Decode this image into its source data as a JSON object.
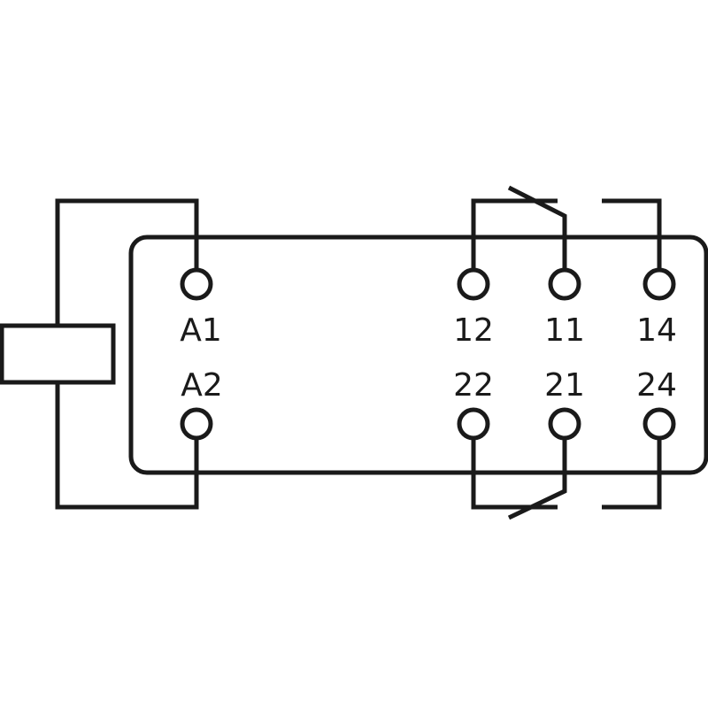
{
  "colors": {
    "stroke": "#1a1a1a",
    "background": "#ffffff"
  },
  "terminals": {
    "a1": "A1",
    "a2": "A2",
    "t12": "12",
    "t11": "11",
    "t14": "14",
    "t22": "22",
    "t21": "21",
    "t24": "24"
  }
}
